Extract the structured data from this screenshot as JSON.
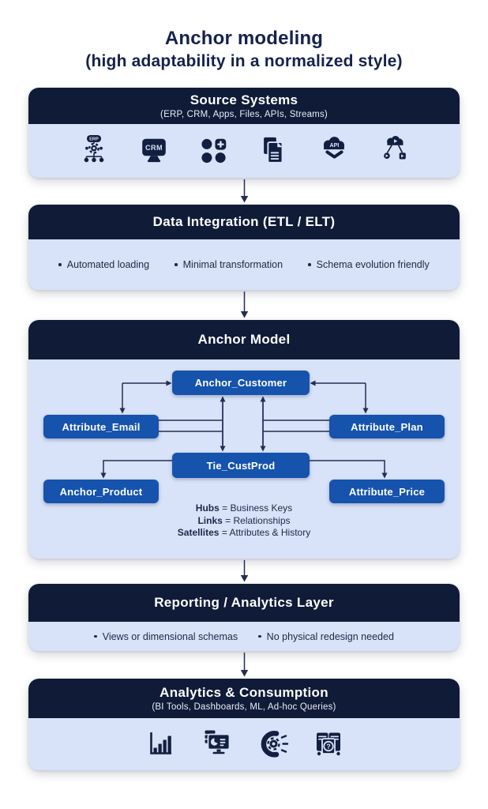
{
  "title": {
    "line1": "Anchor modeling",
    "line2": "(high adaptability in a normalized style)"
  },
  "colors": {
    "navy_header": "#101b38",
    "panel_blue": "#d8e2f8",
    "node_blue": "#1553ad",
    "wire_navy": "#222e52",
    "title_navy": "#16224c",
    "white": "#ffffff"
  },
  "source_systems": {
    "header": "Source Systems",
    "subheader": "(ERP, CRM, Apps, Files, APIs, Streams)",
    "icons": [
      "erp-icon",
      "crm-icon",
      "apps-icon",
      "files-icon",
      "api-icon",
      "streams-icon"
    ],
    "icon_texts": {
      "erp": "ERP",
      "crm": "CRM",
      "api": "API"
    }
  },
  "data_integration": {
    "header": "Data Integration (ETL / ELT)",
    "bullets": [
      "Automated loading",
      "Minimal transformation",
      "Schema evolution friendly"
    ]
  },
  "anchor_model": {
    "header": "Anchor Model",
    "nodes": {
      "customer": "Anchor_Customer",
      "email": "Attribute_Email",
      "plan": "Attribute_Plan",
      "tie": "Tie_CustProd",
      "product": "Anchor_Product",
      "price": "Attribute_Price"
    },
    "legend": [
      {
        "term": "Hubs",
        "rest": "= Business Keys"
      },
      {
        "term": "Links",
        "rest": "= Relationships"
      },
      {
        "term": "Satellites",
        "rest": "= Attributes & History"
      }
    ]
  },
  "reporting": {
    "header": "Reporting / Analytics Layer",
    "bullets": [
      "Views or dimensional schemas",
      "No physical redesign needed"
    ]
  },
  "analytics": {
    "header": "Analytics & Consumption",
    "subheader": "(BI Tools, Dashboards, ML, Ad-hoc Queries)",
    "icons": [
      "bi-chart-icon",
      "dashboard-icon",
      "ml-icon",
      "adhoc-query-icon"
    ],
    "icon_texts": {
      "question": "?"
    }
  }
}
